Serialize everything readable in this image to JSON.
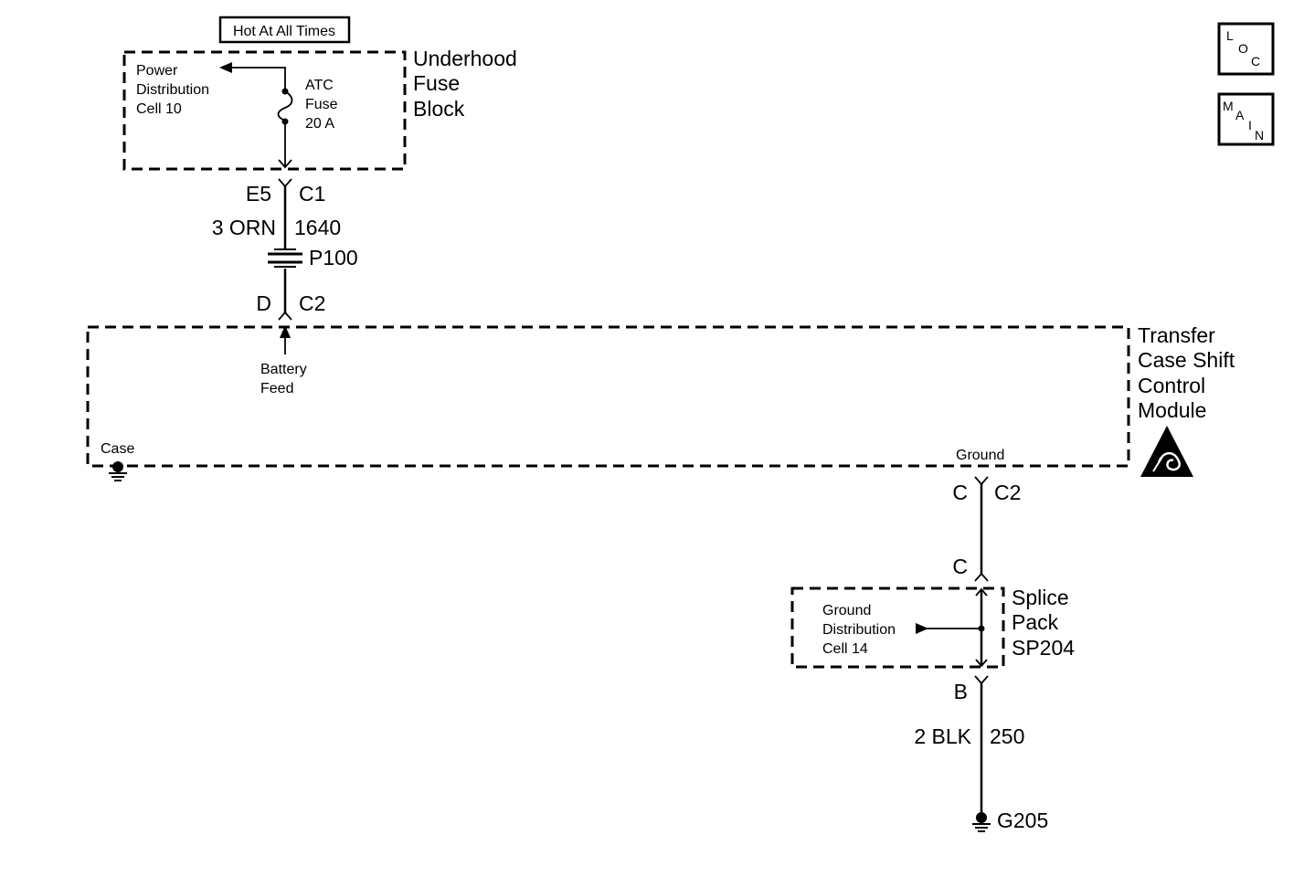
{
  "hot_label": "Hot At All Times",
  "fuse_block": {
    "title": [
      "Underhood",
      "Fuse",
      "Block"
    ],
    "power_ref": [
      "Power",
      "Distribution",
      "Cell 10"
    ],
    "fuse_label": [
      "ATC",
      "Fuse",
      "20 A"
    ]
  },
  "upper_wire": {
    "pin_left": "E5",
    "pin_right": "C1",
    "color": "3 ORN",
    "circuit": "1640",
    "inline_connector": "P100",
    "pin2_left": "D",
    "pin2_right": "C2"
  },
  "module": {
    "title": [
      "Transfer",
      "Case Shift",
      "Control",
      "Module"
    ],
    "battery_feed": [
      "Battery",
      "Feed"
    ],
    "case_label": "Case",
    "ground_label": "Ground"
  },
  "lower_wire": {
    "pin_left": "C",
    "pin_right": "C2",
    "splice_in_pin": "C",
    "splice_out_pin": "B",
    "color": "2 BLK",
    "circuit": "250",
    "ground_point": "G205"
  },
  "splice_pack": {
    "title": [
      "Splice",
      "Pack",
      "SP204"
    ],
    "ground_ref": [
      "Ground",
      "Distribution",
      "Cell 14"
    ]
  },
  "nav": {
    "loc": [
      "L",
      "O",
      "C"
    ],
    "main": [
      "M",
      "A",
      "I",
      "N"
    ]
  }
}
